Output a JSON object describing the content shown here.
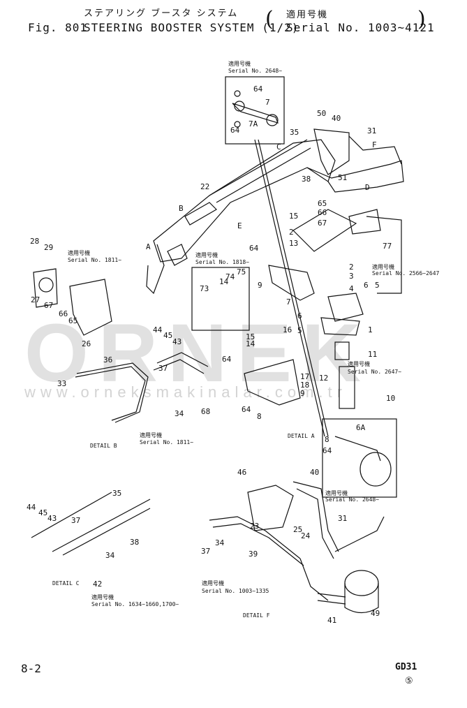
{
  "header": {
    "title_jp": "ステアリング ブースタ システム",
    "fig": "Fig. 801",
    "title": "STEERING BOOSTER SYSTEM (1/2)",
    "applicability_jp": "適用号機",
    "serial": "Serial No. 1003~4121"
  },
  "watermark": {
    "brand": "ORNEK",
    "url": "www.orneksmakinalar.com.tr"
  },
  "footer": {
    "page": "8-2",
    "model": "GD31",
    "revision": "⑤"
  },
  "callouts": {
    "c64a": "64",
    "c7a": "7",
    "c7A": "7A",
    "c64b": "64",
    "c50": "50",
    "c40a": "40",
    "c31a": "31",
    "cF1": "F",
    "c35a": "35",
    "cC1": "C",
    "c38a": "38",
    "cD1": "D",
    "c51": "51",
    "c65a": "65",
    "c66a": "66",
    "c15a": "15",
    "c2a": "2",
    "c67a": "67",
    "c13": "13",
    "c22": "22",
    "cB1": "B",
    "cE1": "E",
    "cA1": "A",
    "c64c": "64",
    "c9a": "9",
    "c7b": "7",
    "c77": "77",
    "c2b": "2",
    "c3": "3",
    "c4": "4",
    "c6": "6",
    "c5a": "5",
    "c6b": "6",
    "c5b": "5",
    "c1": "1",
    "c11": "11",
    "c12": "12",
    "c10": "10",
    "c28": "28",
    "c29": "29",
    "c27": "27",
    "c67b": "67",
    "c66b": "66",
    "c65b": "65",
    "c26": "26",
    "c73": "73",
    "c14a": "14",
    "c74": "74",
    "c75": "75",
    "c44a": "44",
    "c45a": "45",
    "c43a": "43",
    "c36": "36",
    "c37a": "37",
    "c33": "33",
    "c34a": "34",
    "c68": "68",
    "c15b": "15",
    "c16": "16",
    "c14b": "14",
    "c64d": "64",
    "c17": "17",
    "c18": "18",
    "c9b": "9",
    "c64e": "64",
    "c8a": "8",
    "c6A": "6A",
    "c64f": "64",
    "c8b": "8",
    "c46": "46",
    "c40b": "40",
    "c23": "23",
    "c24": "24",
    "c25": "25",
    "c31b": "31",
    "c37b": "37",
    "c34b": "34",
    "c39": "39",
    "c44b": "44",
    "c45b": "45",
    "c43b": "43",
    "c37c": "37",
    "c35b": "35",
    "c38b": "38",
    "c34c": "34",
    "c42": "42",
    "c41": "41",
    "c49": "49"
  },
  "notes": {
    "n1_jp": "適用号機",
    "n1": "Serial No. 2648~",
    "n2_jp": "適用号機",
    "n2": "Serial No. 1811~",
    "n3_jp": "適用号機",
    "n3": "Serial No. 1818~",
    "n4_jp": "適用号機",
    "n4": "Serial No. 2566~2647",
    "n5_jp": "適用号機",
    "n5": "Serial No. 2647~",
    "n6_jp": "適用号機",
    "n6": "Serial No. 1811~",
    "n7_jp": "適用号機",
    "n7": "Serial No. 2648~",
    "n8_jp": "適用号機",
    "n8": "Serial No. 1634~1660,1700~",
    "n9_jp": "適用号機",
    "n9": "Serial No. 1003~1335"
  },
  "details": {
    "b": "DETAIL B",
    "a": "DETAIL A",
    "c": "DETAIL C",
    "f": "DETAIL F"
  }
}
